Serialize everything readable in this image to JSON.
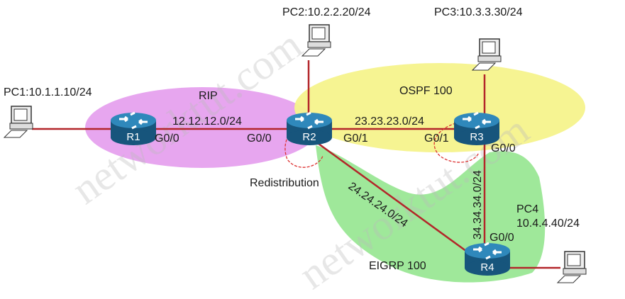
{
  "watermark": "networktut.com",
  "areas": {
    "rip": "RIP",
    "ospf": "OSPF 100",
    "eigrp": "EIGRP 100"
  },
  "routers": {
    "r1": "R1",
    "r2": "R2",
    "r3": "R3",
    "r4": "R4"
  },
  "pcs": {
    "pc1": "PC1:10.1.1.10/24",
    "pc2": "PC2:10.2.2.20/24",
    "pc3": "PC3:10.3.3.30/24",
    "pc4_name": "PC4",
    "pc4_ip": "10.4.4.40/24"
  },
  "networks": {
    "r1_r2": "12.12.12.0/24",
    "r2_r3": "23.23.23.0/24",
    "r2_r4": "24.24.24.0/24",
    "r3_r4": "34.34.34.0/24"
  },
  "interfaces": {
    "r1_g00": "G0/0",
    "r2_g00": "G0/0",
    "r2_g01": "G0/1",
    "r3_g01": "G0/1",
    "r3_g00": "G0/0",
    "r4_g00": "G0/0"
  },
  "redistribution": "Redistribution",
  "colors": {
    "rip": "#e7a6ef",
    "ospf": "#f6f38c",
    "eigrp": "#9fe89a",
    "link": "#b3262a",
    "router": "#1f6d9b"
  }
}
